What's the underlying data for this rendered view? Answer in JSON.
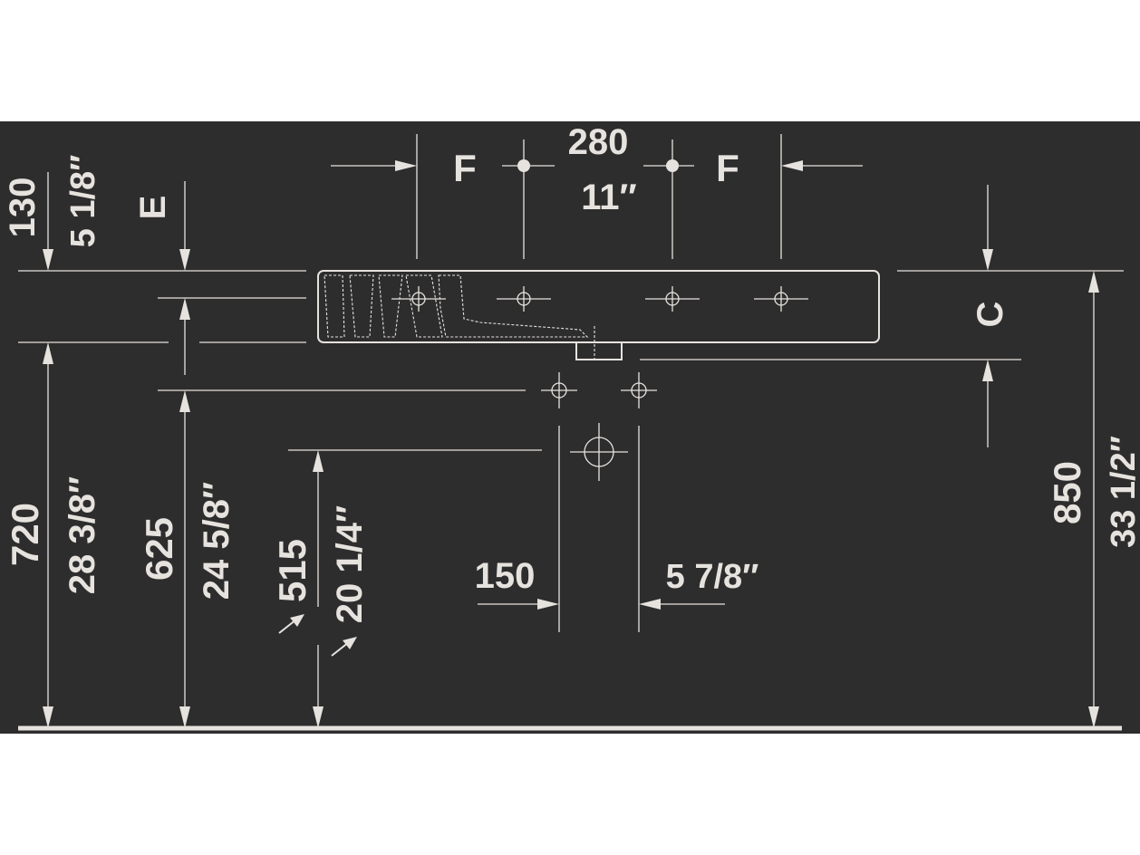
{
  "colors": {
    "background": "#2e2d2d",
    "lines": "#e6e3df",
    "page": "#ffffff"
  },
  "top": {
    "width_mm": "280",
    "width_in": "11″",
    "left_letter": "F",
    "right_letter": "F"
  },
  "left": {
    "offset_mm": "130",
    "offset_in": "5 1/8″",
    "letter_e": "E",
    "height_mm": "720",
    "height_in": "28 3/8″",
    "drain_mm": "625",
    "drain_in": "24 5/8″",
    "outlet_mm": "515",
    "outlet_in": "20 1/4″"
  },
  "center": {
    "spacing_mm": "150",
    "spacing_in": "5 7/8″"
  },
  "right": {
    "letter_c": "C",
    "height_mm": "850",
    "height_in": "33 1/2″"
  }
}
